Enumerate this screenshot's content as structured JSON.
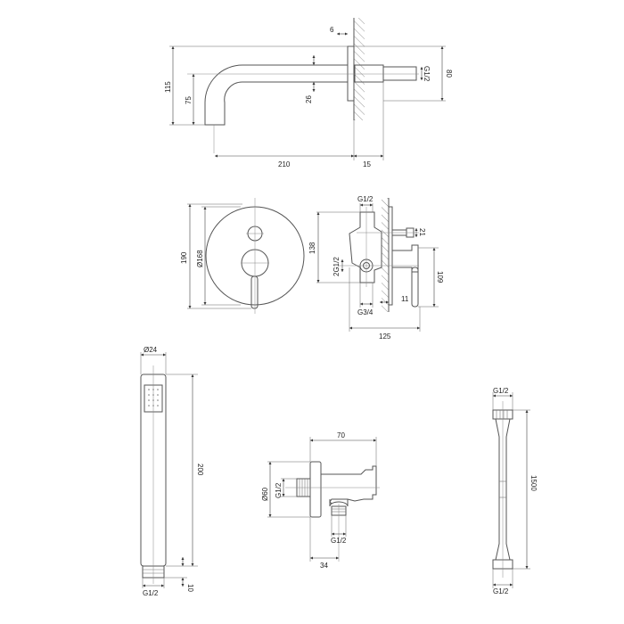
{
  "spout": {
    "d_6": "6",
    "d_115": "115",
    "d_75": "75",
    "d_26": "26",
    "d_80": "80",
    "d_thread": "G1/2",
    "d_210": "210",
    "d_15": "15"
  },
  "mixer_front": {
    "d_190": "190",
    "d_168": "Ø168"
  },
  "mixer_side": {
    "d_top": "G1/2",
    "d_138": "138",
    "d_2g": "2G1/2",
    "d_21": "21",
    "d_109": "109",
    "d_11": "11",
    "d_bottom": "G3/4",
    "d_125": "125"
  },
  "hand_shower": {
    "d_24": "Ø24",
    "d_200": "200",
    "d_10": "10",
    "d_thread": "G1/2"
  },
  "outlet": {
    "d_70": "70",
    "d_60": "Ø60",
    "d_thread_left": "G1/2",
    "d_thread_bottom": "G1/2",
    "d_34": "34"
  },
  "hose": {
    "d_top": "G1/2",
    "d_1500": "1500",
    "d_bottom": "G1/2"
  }
}
